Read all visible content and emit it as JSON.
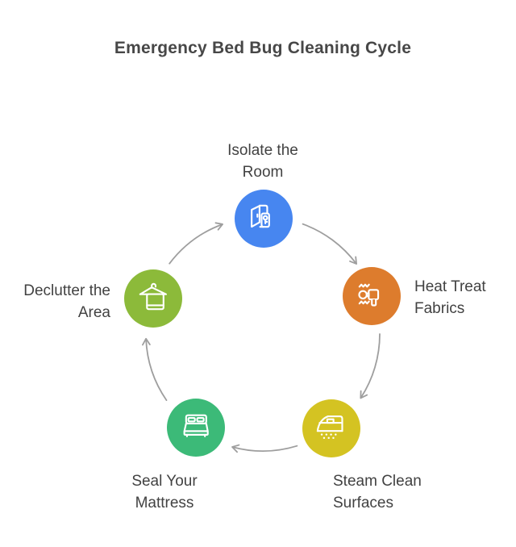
{
  "title": "Emergency Bed Bug Cleaning Cycle",
  "diagram": {
    "type": "cycle",
    "arrow_color": "#9e9e9e",
    "text_color": "#424242",
    "steps": [
      {
        "id": "isolate-the-room",
        "label_line1": "Isolate the",
        "label_line2": "Room",
        "color": "#4786f0",
        "icon": "door-key-icon"
      },
      {
        "id": "heat-treat-fabrics",
        "label_line1": "Heat Treat",
        "label_line2": "Fabrics",
        "color": "#dd7c2d",
        "icon": "hair-dryer-icon"
      },
      {
        "id": "steam-clean-surfaces",
        "label_line1": "Steam Clean",
        "label_line2": "Surfaces",
        "color": "#d4c322",
        "icon": "steam-iron-icon"
      },
      {
        "id": "seal-your-mattress",
        "label_line1": "Seal Your",
        "label_line2": "Mattress",
        "color": "#3cba78",
        "icon": "bed-icon"
      },
      {
        "id": "declutter-the-area",
        "label_line1": "Declutter the",
        "label_line2": "Area",
        "color": "#8cba3a",
        "icon": "hanger-towel-icon"
      }
    ]
  }
}
